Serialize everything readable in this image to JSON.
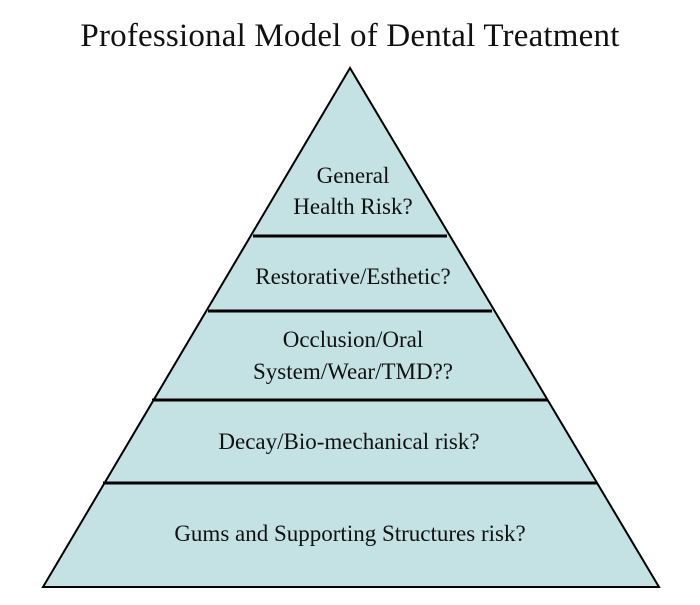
{
  "title": "Professional Model of Dental Treatment",
  "colors": {
    "fill": "#c4e1e4",
    "stroke": "#000000",
    "text": "#111111"
  },
  "tiers": [
    {
      "lines": [
        "General",
        "Health Risk?"
      ]
    },
    {
      "lines": [
        "Restorative/Esthetic?"
      ]
    },
    {
      "lines": [
        "Occlusion/Oral",
        "System/Wear/TMD??"
      ]
    },
    {
      "lines": [
        "Decay/Bio-mechanical risk?"
      ]
    },
    {
      "lines": [
        "Gums and Supporting Structures risk?"
      ]
    }
  ]
}
